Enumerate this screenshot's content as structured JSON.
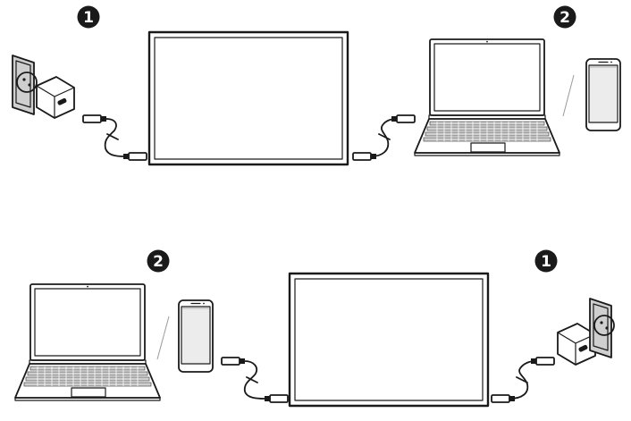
{
  "top_scene": {
    "badge_left": "1",
    "badge_right": "2"
  },
  "bottom_scene": {
    "badge_left": "2",
    "badge_right": "1"
  },
  "icons": {
    "wall_outlet": "wall-outlet-icon",
    "charger": "usb-c-power-adapter-icon",
    "cable": "usb-c-cable-icon",
    "monitor": "portable-monitor-icon",
    "laptop": "laptop-icon",
    "phone": "smartphone-icon"
  }
}
